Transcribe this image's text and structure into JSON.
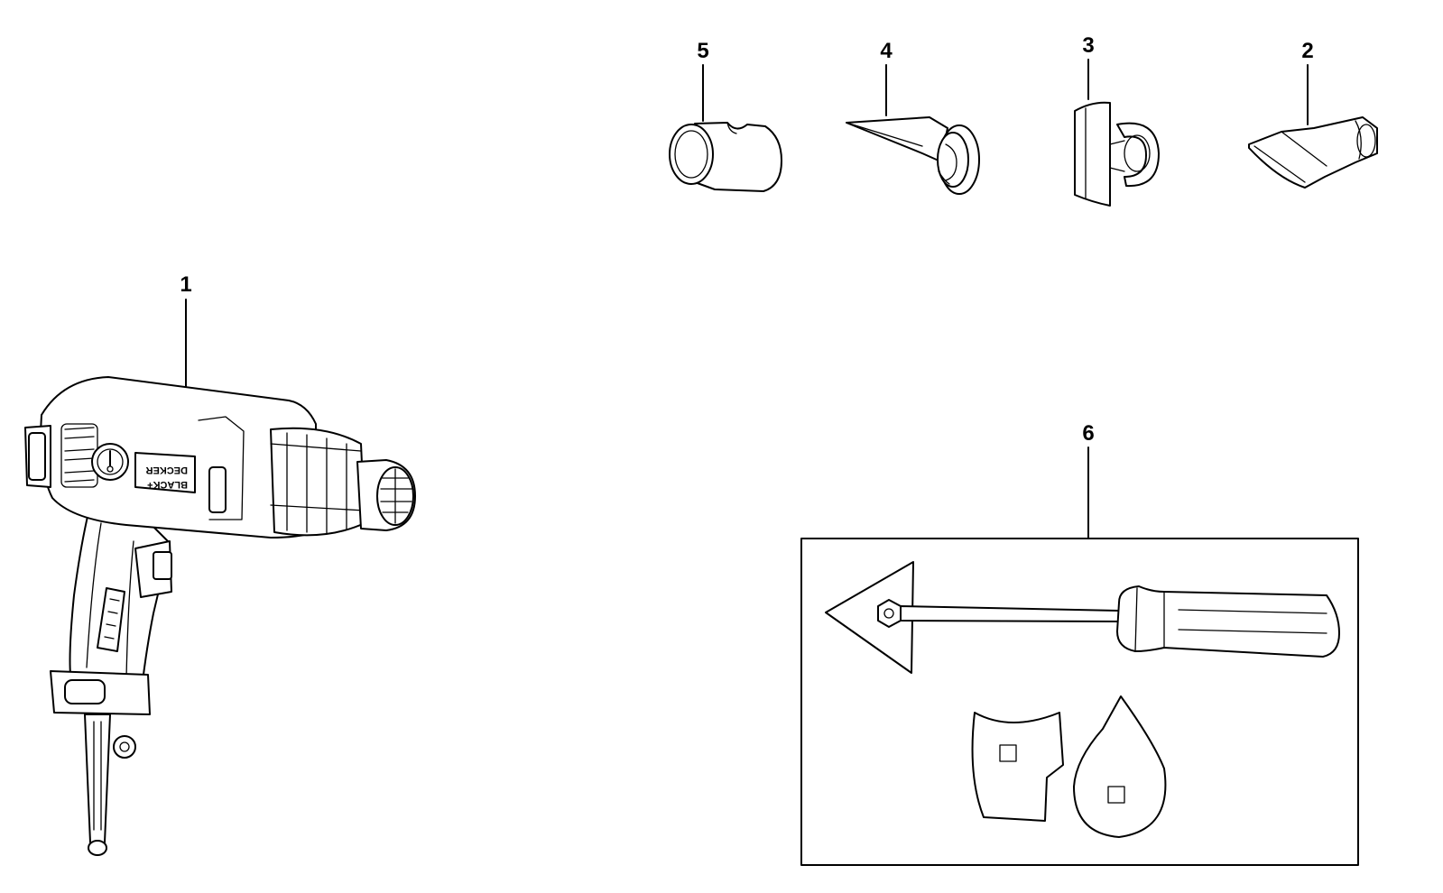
{
  "diagram": {
    "parts": [
      {
        "callout": "1",
        "part": "heat-gun"
      },
      {
        "callout": "2",
        "part": "flat-nozzle"
      },
      {
        "callout": "3",
        "part": "pipe-protection-nozzle"
      },
      {
        "callout": "4",
        "part": "reflector-nozzle"
      },
      {
        "callout": "5",
        "part": "cone-nozzle"
      },
      {
        "callout": "6",
        "part": "scraper-kit"
      }
    ],
    "tool_brand": {
      "line1": "BLACK+",
      "line2": "DECKER"
    }
  }
}
